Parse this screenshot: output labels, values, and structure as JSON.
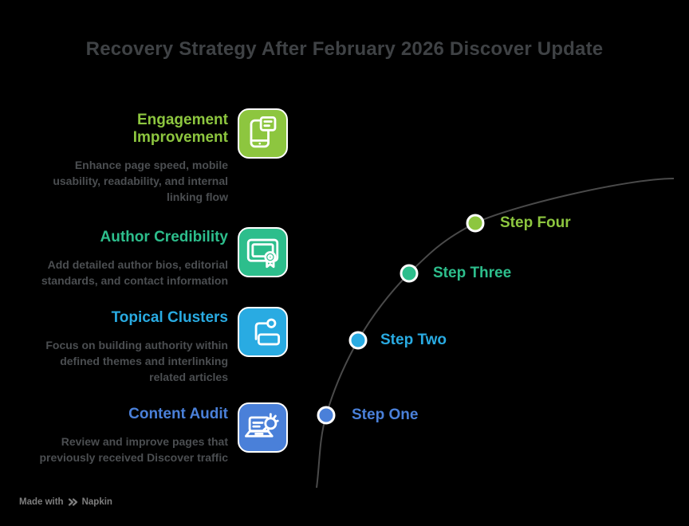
{
  "title": "Recovery Strategy After February 2026 Discover Update",
  "colors": {
    "background": "#000000",
    "title_text": "#3f4245",
    "body_text": "#4b4e51",
    "curve": "#4a4a4a",
    "green": "#8dc63f",
    "teal": "#2dbe8c",
    "cyan": "#29abe2",
    "blue": "#4a80d9",
    "footer_text": "#7e7e7e"
  },
  "sections": [
    {
      "heading": "Engagement Improvement",
      "description": "Enhance page speed, mobile usability, readability, and internal linking flow",
      "color": "#8dc63f",
      "icon": "mobile-document-icon"
    },
    {
      "heading": "Author Credibility",
      "description": "Add detailed author bios, editorial standards, and contact information",
      "color": "#2dbe8c",
      "icon": "certificate-icon"
    },
    {
      "heading": "Topical Clusters",
      "description": "Focus on building authority within defined themes and interlinking related articles",
      "color": "#29abe2",
      "icon": "flowchart-icon"
    },
    {
      "heading": "Content Audit",
      "description": "Review and improve pages that previously received Discover traffic",
      "color": "#4a80d9",
      "icon": "laptop-search-icon"
    }
  ],
  "steps": [
    {
      "label": "Step One",
      "color": "#4a80d9"
    },
    {
      "label": "Step Two",
      "color": "#29abe2"
    },
    {
      "label": "Step Three",
      "color": "#2dbe8c"
    },
    {
      "label": "Step Four",
      "color": "#8dc63f"
    }
  ],
  "footer": {
    "made_with": "Made with",
    "brand": "Napkin"
  }
}
